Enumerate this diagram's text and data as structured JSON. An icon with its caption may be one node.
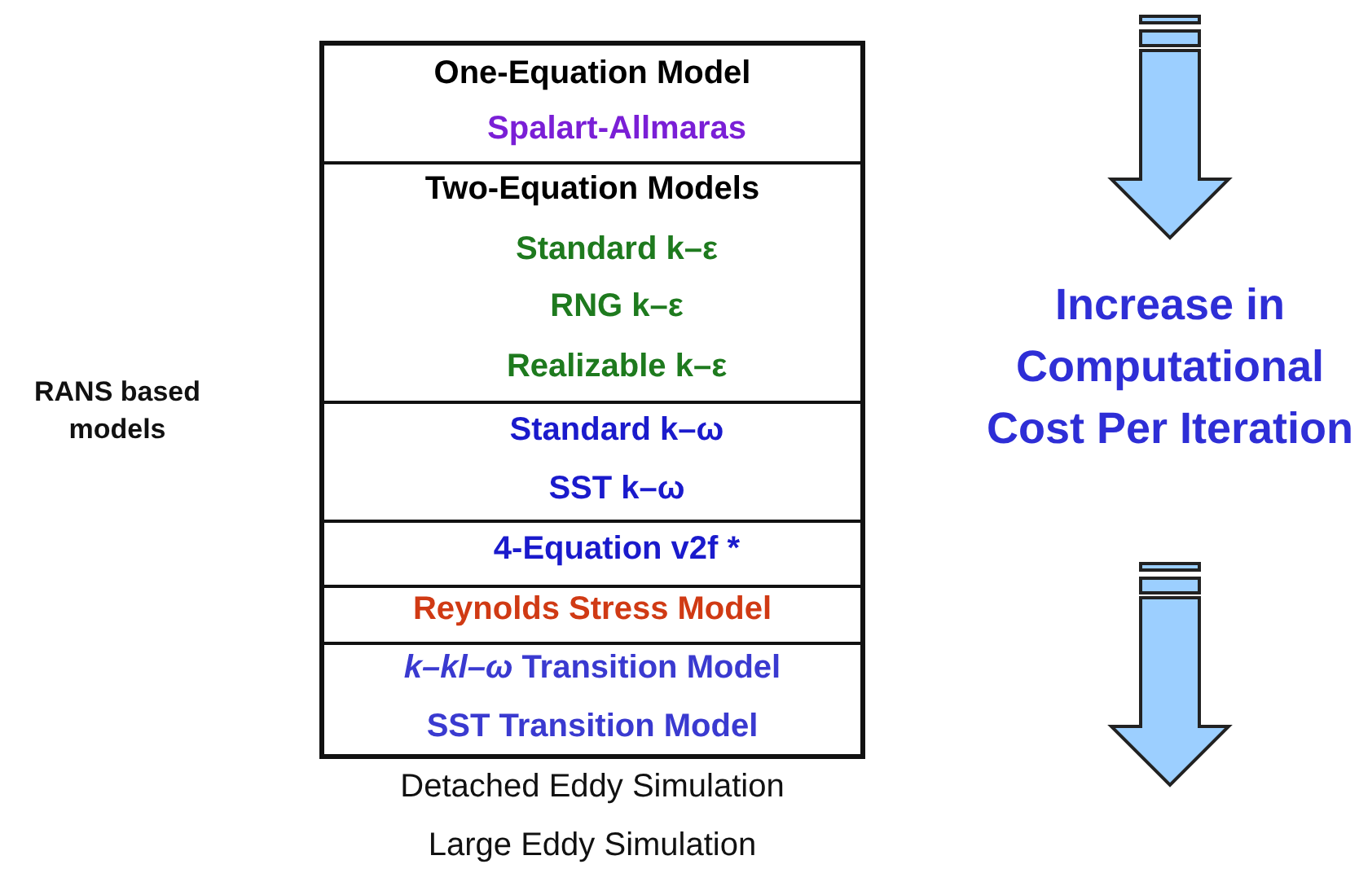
{
  "diagram": {
    "nodes": [
      {
        "text": [
          "One-Equation Model",
          "Spalart-Allmaras"
        ]
      },
      {
        "text": [
          "Two-Equation Models",
          "Standard k–ε",
          "RNG k–ε",
          "Realizable k–ε"
        ]
      },
      {
        "text": [
          "Standard k–ω",
          "SST k–ω"
        ]
      },
      {
        "text": [
          "4-Equation v2f *"
        ]
      },
      {
        "text": [
          "Reynolds Stress Model"
        ]
      },
      {
        "text": [
          "*k–kl–ω* Transition Model",
          "SST Transition Model"
        ]
      }
    ],
    "labels": [
      "RANS based models",
      "Increase in Computational Cost Per Iteration",
      "Detached Eddy Simulation",
      "Large Eddy Simulation"
    ]
  }
}
